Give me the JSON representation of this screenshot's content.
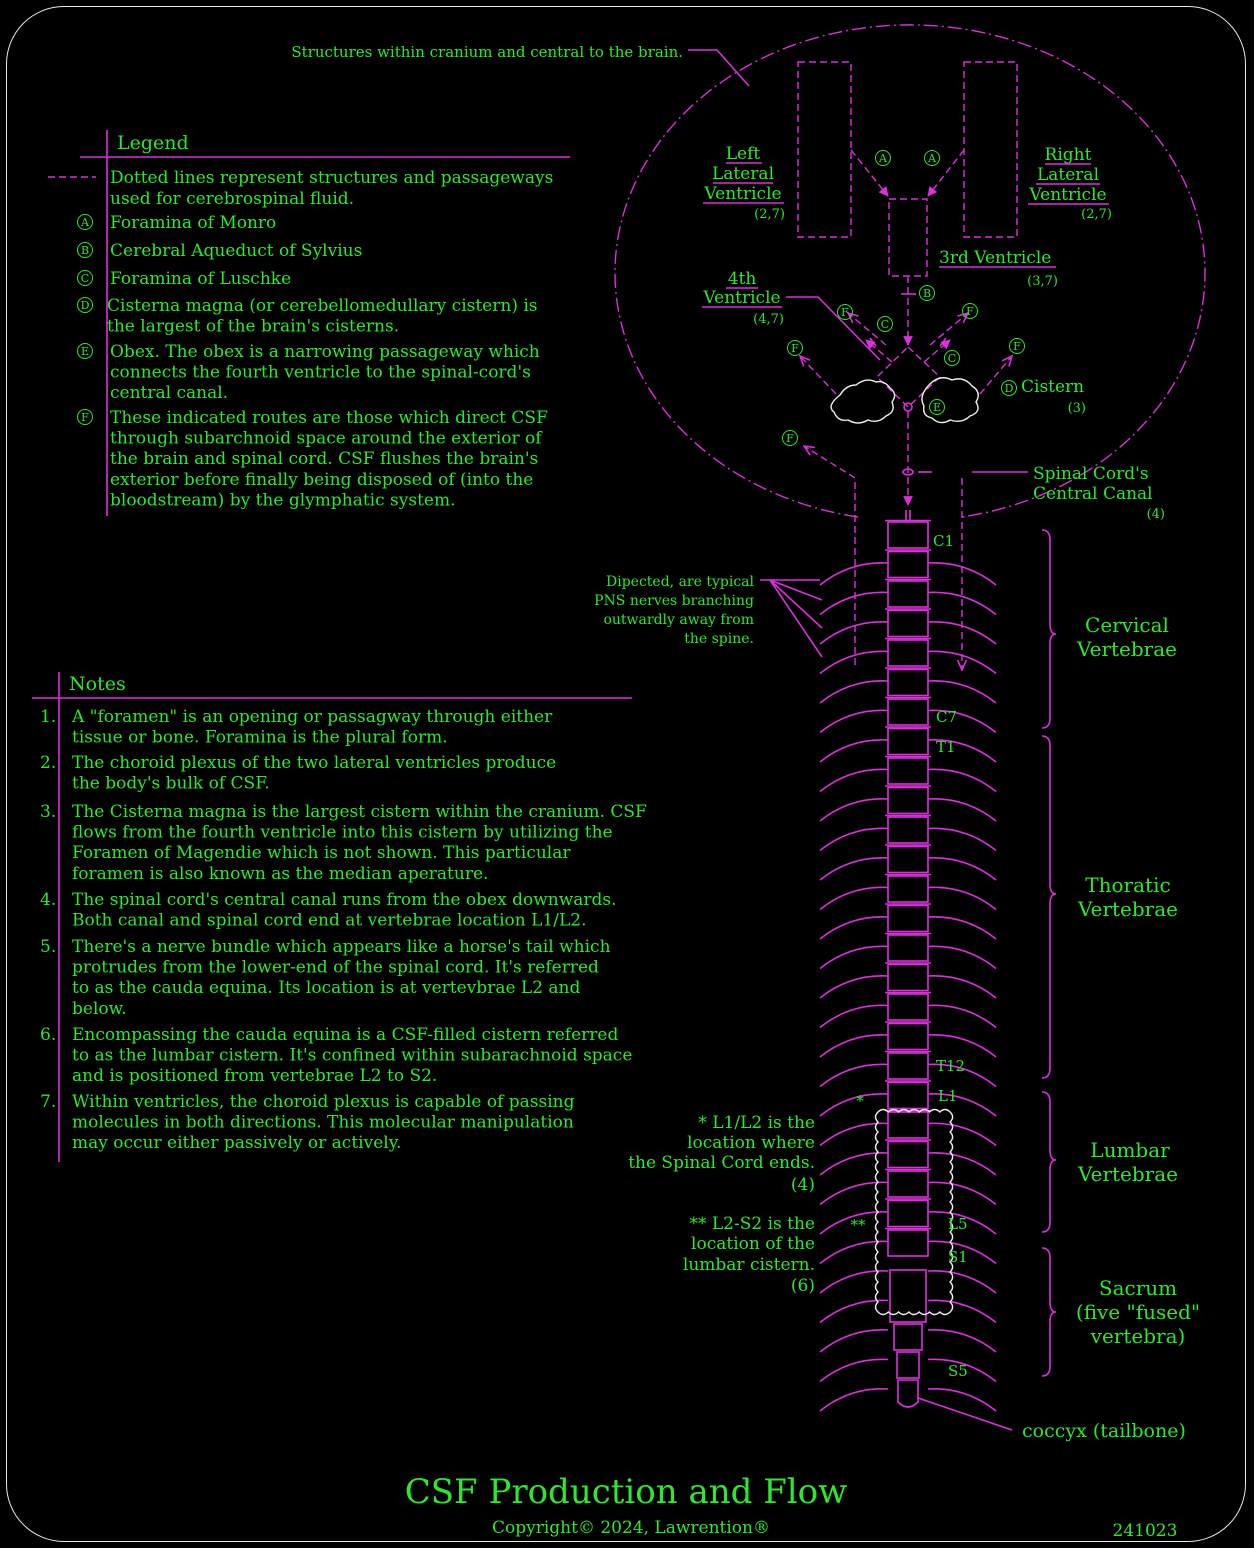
{
  "title": "CSF Production and Flow",
  "copyright": "Copyright©  2024, Lawrention®",
  "doc_number": "241023",
  "top_callout": "Structures within cranium and central to the brain.",
  "legend": {
    "heading": "Legend",
    "dotted": [
      "Dotted lines represent structures and passageways",
      "used for cerebrospinal fluid."
    ],
    "items": [
      {
        "key": "A",
        "lines": [
          "Foramina of Monro"
        ]
      },
      {
        "key": "B",
        "lines": [
          "Cerebral Aqueduct of Sylvius"
        ]
      },
      {
        "key": "C",
        "lines": [
          "Foramina of Luschke"
        ]
      },
      {
        "key": "D",
        "lines": [
          "Cisterna magna (or cerebellomedullary cistern) is",
          "the largest of the brain's cisterns."
        ]
      },
      {
        "key": "E",
        "lines": [
          "Obex. The obex is a narrowing passageway which",
          "connects the fourth ventricle to the spinal-cord's",
          "central canal."
        ]
      },
      {
        "key": "F",
        "lines": [
          "These indicated routes are those which direct CSF",
          "through subarchnoid space around the exterior of",
          "the brain and spinal cord. CSF flushes the brain's",
          "exterior before finally being disposed of (into the",
          "bloodstream) by the glymphatic system."
        ]
      }
    ]
  },
  "notes": {
    "heading": "Notes",
    "items": [
      {
        "num": "1.",
        "lines": [
          "A \"foramen\" is an opening or passagway through either",
          "tissue or bone. Foramina is the plural form."
        ]
      },
      {
        "num": "2.",
        "lines": [
          "The choroid plexus of the two lateral ventricles produce",
          "the body's bulk of CSF."
        ]
      },
      {
        "num": "3.",
        "lines": [
          "The Cisterna magna is the largest cistern within the cranium. CSF",
          "flows from the fourth ventricle into this cistern by utilizing the",
          "Foramen of Magendie which is not shown. This particular",
          "foramen is also known as the median aperature."
        ]
      },
      {
        "num": "4.",
        "lines": [
          "The spinal cord's central canal runs from the obex downwards.",
          "Both canal and spinal cord end at vertebrae location L1/L2."
        ]
      },
      {
        "num": "5.",
        "lines": [
          "There's a nerve bundle which appears like a horse's tail which",
          "protrudes from the lower-end of the spinal cord. It's referred",
          "to as the cauda equina. Its location is at vertevbrae L2 and",
          "below."
        ]
      },
      {
        "num": "6.",
        "lines": [
          "Encompassing the cauda equina is a CSF-filled cistern referred",
          "to as the lumbar cistern. It's confined within subarachnoid space",
          "and is positioned from vertebrae L2 to S2."
        ]
      },
      {
        "num": "7.",
        "lines": [
          "Within ventricles, the choroid plexus is capable of passing",
          "molecules in both directions. This molecular manipulation",
          "may occur either passively or actively."
        ]
      }
    ]
  },
  "brain": {
    "left_ventricle": [
      "Left",
      "Lateral",
      "Ventricle"
    ],
    "left_ref": "(2,7)",
    "right_ventricle": [
      "Right",
      "Lateral",
      "Ventricle"
    ],
    "right_ref": "(2,7)",
    "third": "3rd Ventricle",
    "third_ref": "(3,7)",
    "fourth": [
      "4th",
      "Ventricle"
    ],
    "fourth_ref": "(4,7)",
    "cistern": "Cistern",
    "cistern_ref": "(3)",
    "canal": [
      "Spinal Cord's",
      "Central Canal"
    ],
    "canal_ref": "(4)"
  },
  "spine": {
    "pns_note": [
      "Dipected, are typical",
      "PNS nerves branching",
      "outwardly away from",
      "the spine."
    ],
    "labels": {
      "c1": "C1",
      "c7": "C7",
      "t1": "T1",
      "t12": "T12",
      "l1": "L1",
      "l5": "L5",
      "s1": "S1",
      "s5": "S5"
    },
    "regions": {
      "cervical": [
        "Cervical",
        "Vertebrae"
      ],
      "thoracic": [
        "Thoratic",
        "Vertebrae"
      ],
      "lumbar": [
        "Lumbar",
        "Vertebrae"
      ],
      "sacrum": [
        "Sacrum",
        "(five \"fused\"",
        "vertebra)"
      ]
    },
    "star_note": [
      "*  L1/L2 is the",
      "location where",
      "the Spinal Cord ends.",
      "(4)"
    ],
    "star_mark": "*",
    "dstar_note": [
      "**  L2-S2 is the",
      "location of the",
      "lumbar cistern.",
      "(6)"
    ],
    "dstar_mark": "**",
    "coccyx": "coccyx (tailbone)"
  }
}
